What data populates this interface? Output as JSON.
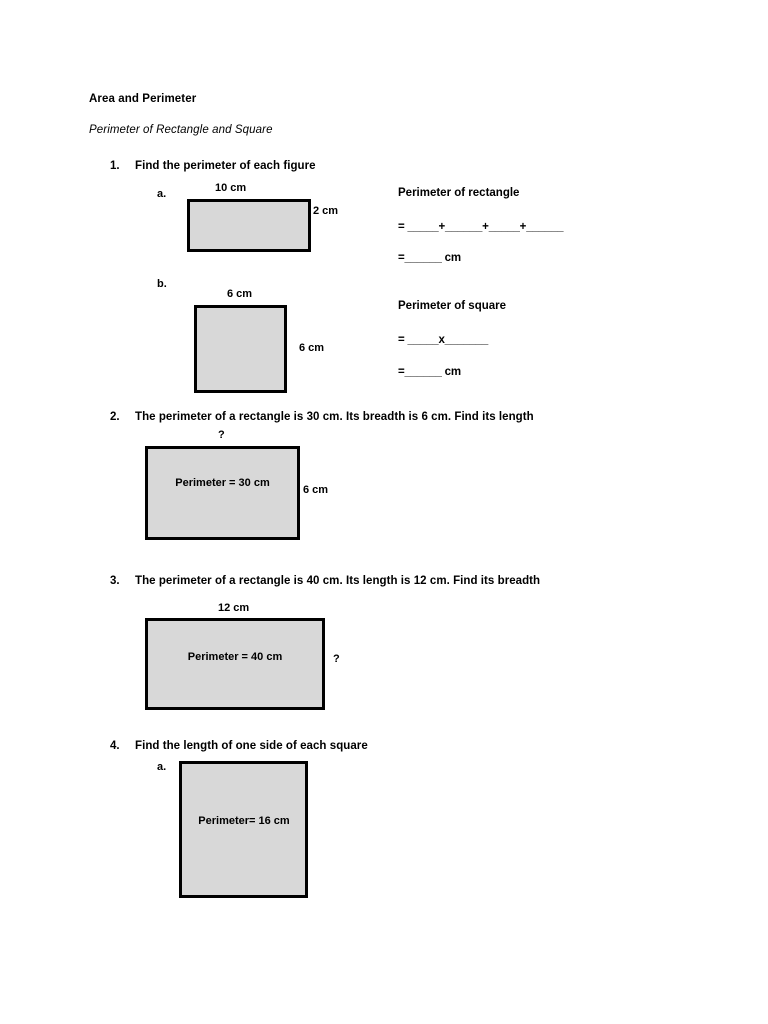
{
  "document": {
    "title": "Area and Perimeter",
    "subtitle": "Perimeter of Rectangle and Square"
  },
  "questions": [
    {
      "number": "1.",
      "text": "Find the perimeter of each figure",
      "parts": [
        {
          "label": "a.",
          "figure_type": "rectangle",
          "top_label": "10 cm",
          "right_label": "2 cm",
          "inside_label": ""
        },
        {
          "label": "b.",
          "figure_type": "square",
          "top_label": "6 cm",
          "right_label": "6 cm",
          "inside_label": ""
        }
      ]
    },
    {
      "number": "2.",
      "text": "The perimeter of a rectangle is 30 cm. Its breadth is 6 cm. Find its length",
      "parts": [
        {
          "label": "",
          "figure_type": "rectangle",
          "top_label": "?",
          "right_label": "6 cm",
          "inside_label": "Perimeter = 30 cm"
        }
      ]
    },
    {
      "number": "3.",
      "text": "The perimeter of a rectangle is 40 cm. Its length is 12 cm. Find its breadth",
      "parts": [
        {
          "label": "",
          "figure_type": "rectangle",
          "top_label": "12 cm",
          "right_label": "?",
          "inside_label": "Perimeter = 40 cm"
        }
      ]
    },
    {
      "number": "4.",
      "text": "Find the length of one side of each square",
      "parts": [
        {
          "label": "a.",
          "figure_type": "square",
          "top_label": "",
          "right_label": "",
          "inside_label": "Perimeter= 16 cm"
        }
      ]
    }
  ],
  "formulas": [
    {
      "heading": "Perimeter of rectangle",
      "expression": "= _____+______+_____+______",
      "result": "=______ cm"
    },
    {
      "heading": "Perimeter of square",
      "expression": "= _____x_______",
      "result": "=______ cm"
    }
  ]
}
